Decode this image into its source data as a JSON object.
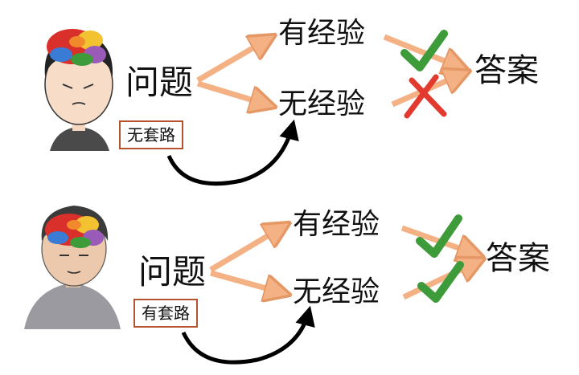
{
  "rows": [
    {
      "id": "top",
      "person": "novice",
      "question": "问题",
      "with_experience": "有经验",
      "without_experience": "无经验",
      "answer": "答案",
      "method_box": "无套路",
      "upper_result": "check",
      "lower_result": "cross"
    },
    {
      "id": "bottom",
      "person": "expert",
      "question": "问题",
      "with_experience": "有经验",
      "without_experience": "无经验",
      "answer": "答案",
      "method_box": "有套路",
      "upper_result": "check",
      "lower_result": "check"
    }
  ],
  "colors": {
    "arrow": "#f4b183",
    "arrow_edge": "#e59866",
    "check": "#3e9b3a",
    "cross": "#e23a2e",
    "box_border": "#b5542c",
    "curve": "#000000"
  },
  "icons": [
    "brain-icon",
    "check-icon",
    "cross-icon"
  ]
}
